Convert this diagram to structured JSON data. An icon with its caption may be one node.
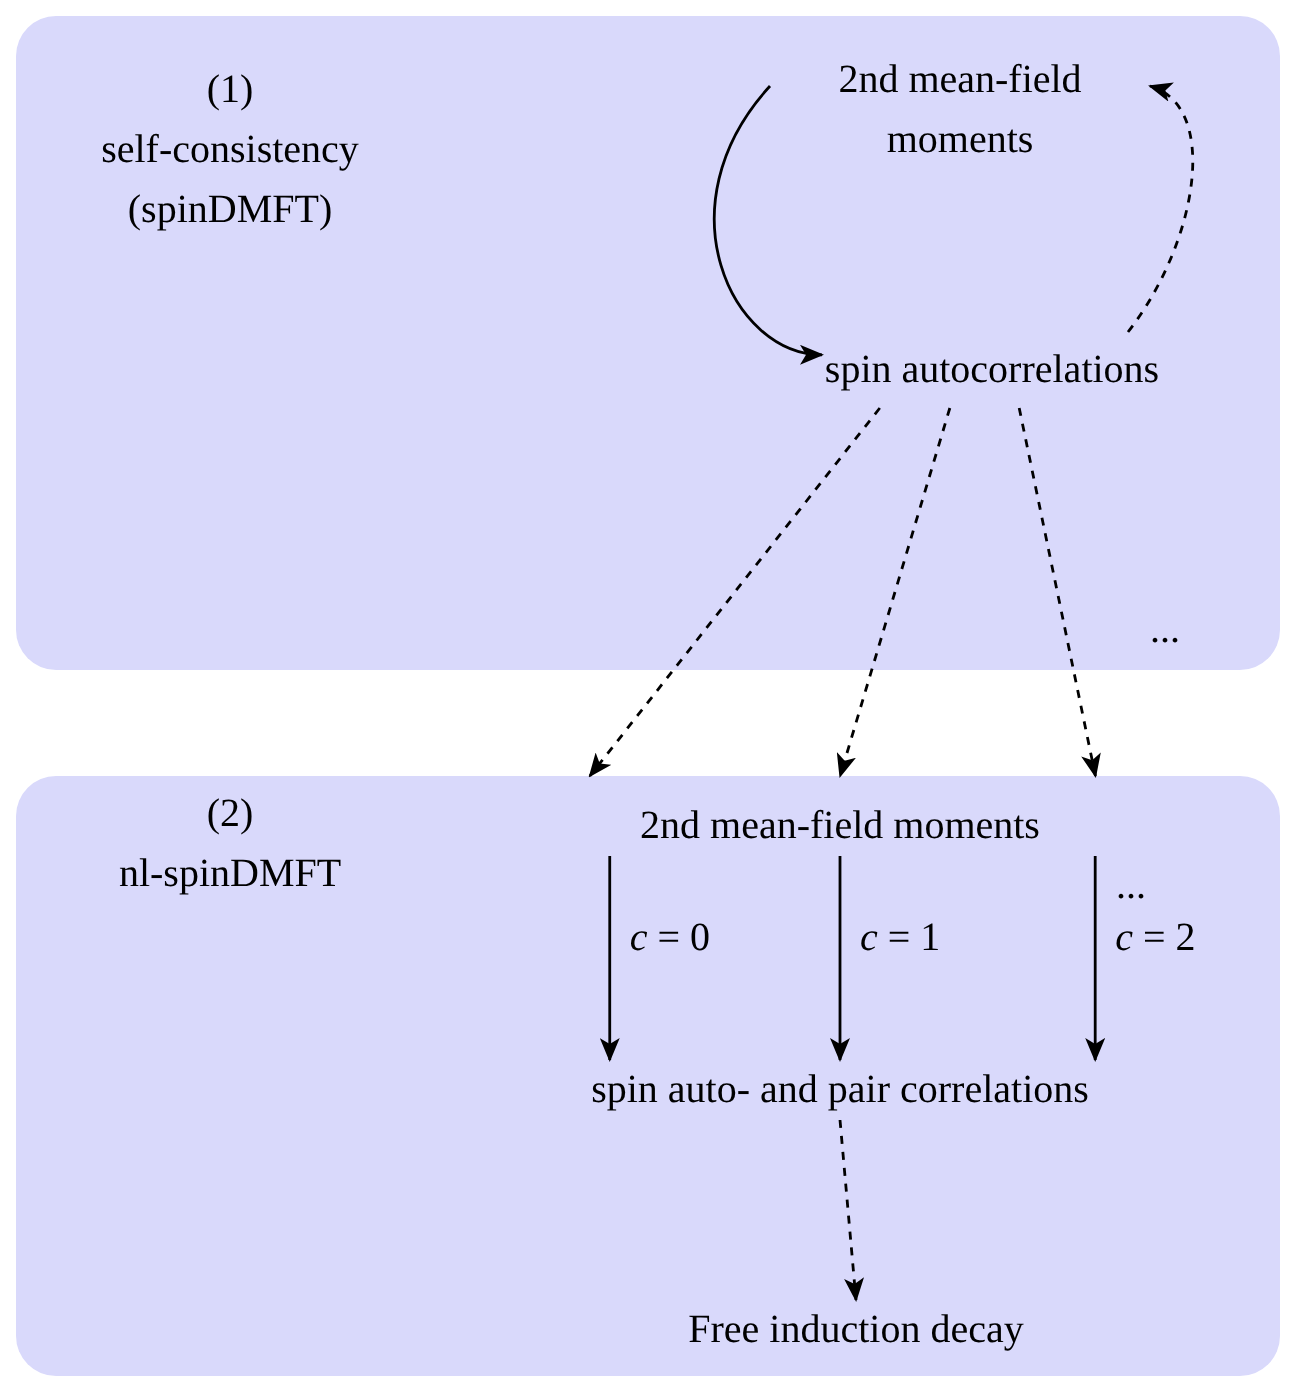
{
  "diagram": {
    "nodes": [
      {
        "text": [
          "(1)",
          "self-consistency (spinDMFT)"
        ]
      },
      {
        "text": [
          "2nd mean-field moments"
        ],
        "in": 0
      },
      {
        "text": [
          "spin autocorrelations"
        ],
        "in": 0
      },
      {
        "text": [
          "(2)",
          "nl-spinDMFT"
        ]
      },
      {
        "text": [
          "2nd mean-field moments"
        ],
        "in": 3
      },
      {
        "text": [
          "spin auto- and pair correlations"
        ],
        "in": 3
      },
      {
        "text": [
          "Free induction decay"
        ],
        "in": 3
      }
    ],
    "edges": [
      {
        "from": 1,
        "to": 2,
        "arrow": "to"
      },
      {
        "from": 2,
        "to": 1,
        "arrow": "to",
        "style": "dashed"
      },
      {
        "from": 2,
        "to": 3,
        "arrow": "to",
        "style": "dashed"
      },
      {
        "from": 2,
        "to": 3,
        "arrow": "to",
        "style": "dashed"
      },
      {
        "from": 2,
        "to": 3,
        "arrow": "to",
        "style": "dashed"
      },
      {
        "from": 4,
        "to": 5,
        "arrow": "to",
        "label": "*c* = 0"
      },
      {
        "from": 4,
        "to": 5,
        "arrow": "to",
        "label": "*c* = 1"
      },
      {
        "from": 4,
        "to": 5,
        "arrow": "to",
        "label": "*c* = 2"
      },
      {
        "from": 5,
        "to": 6,
        "arrow": "to",
        "style": "dashed"
      }
    ],
    "labels": [
      "...",
      "..."
    ]
  }
}
